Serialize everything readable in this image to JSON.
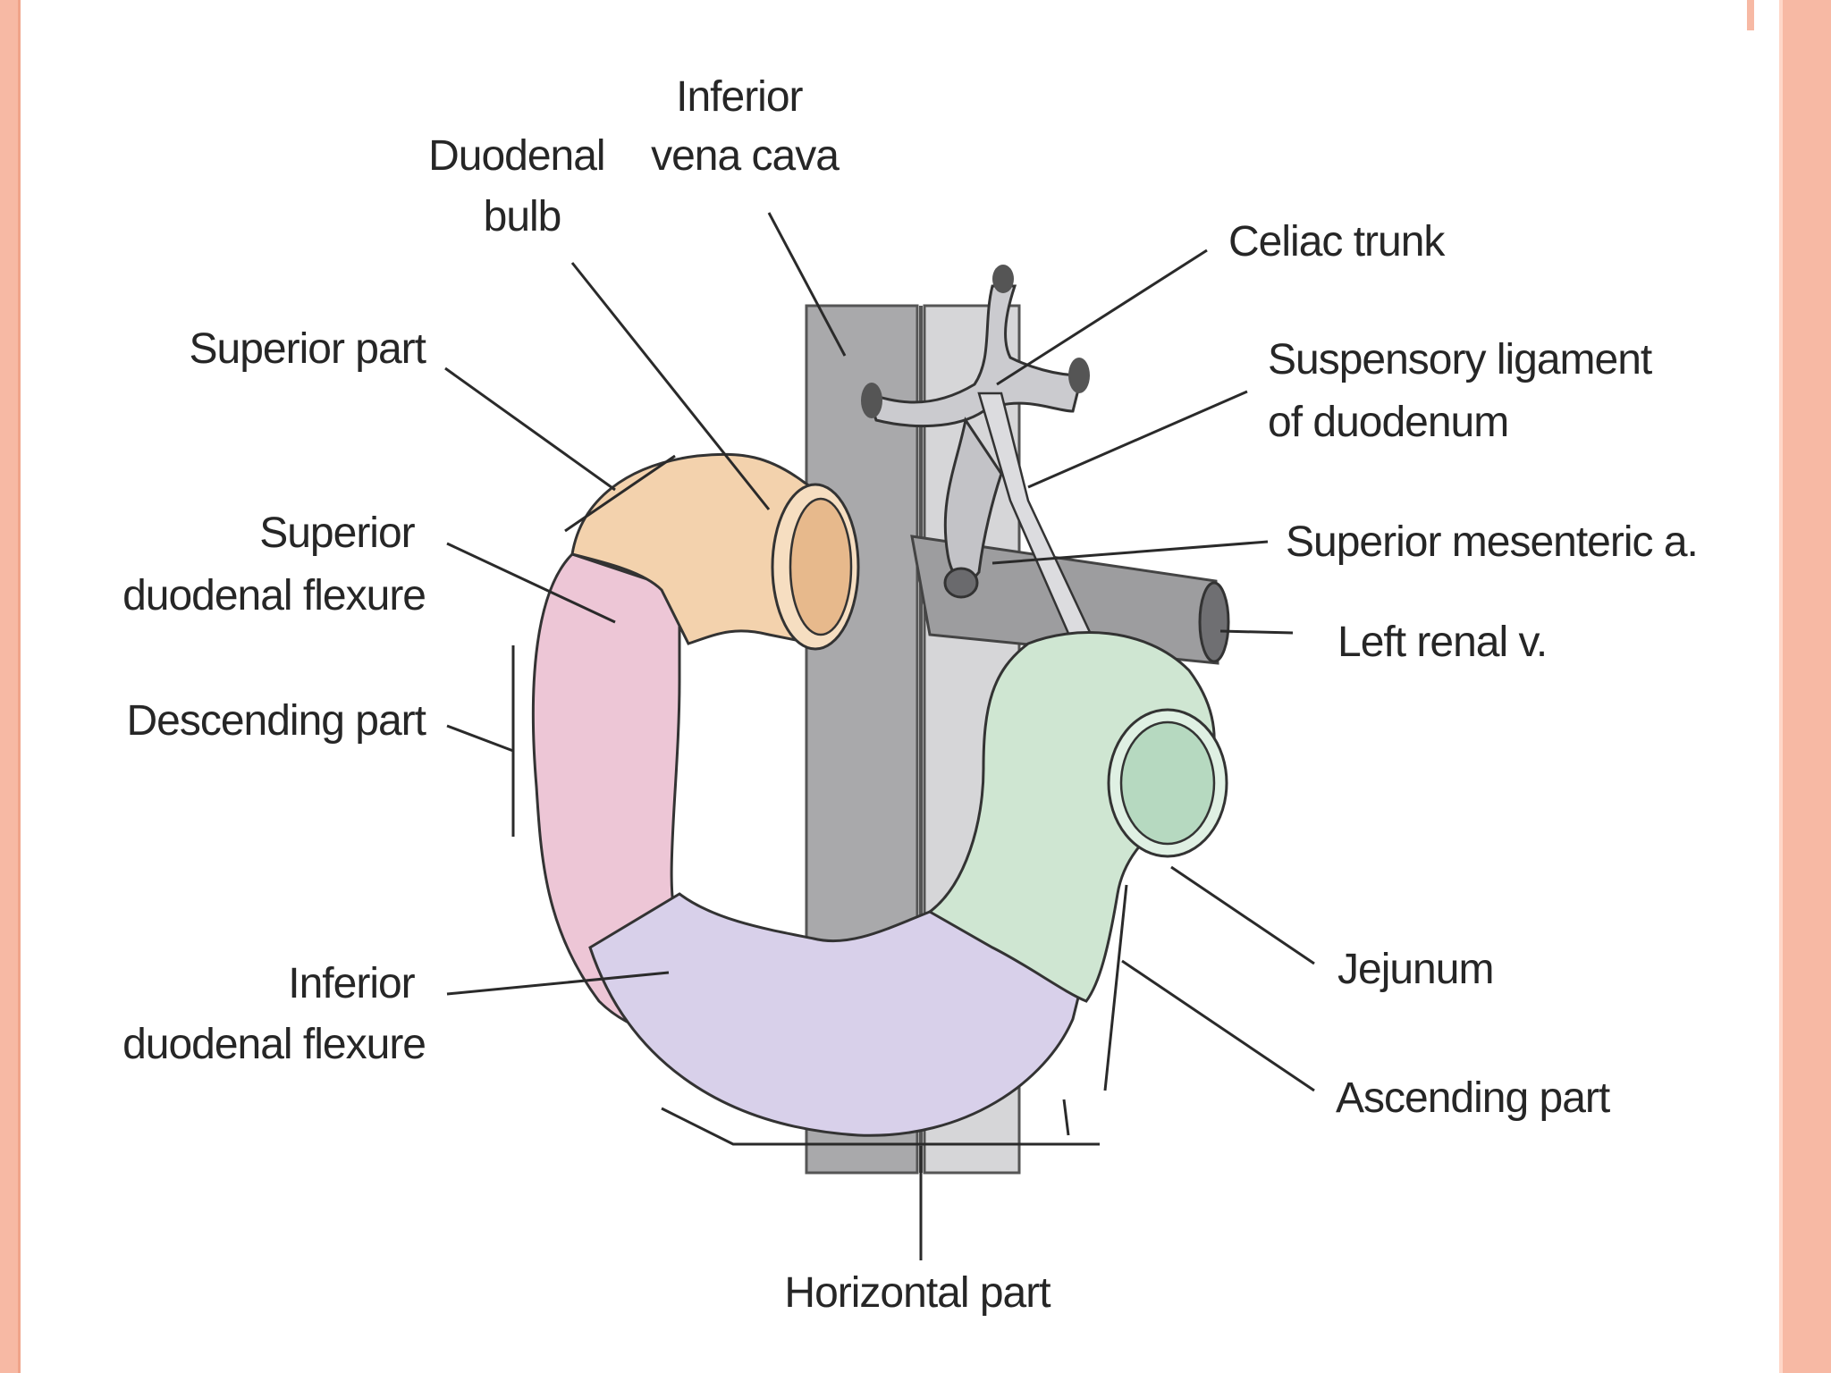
{
  "labels": {
    "inferior_vena_cava": [
      "Inferior",
      "vena cava"
    ],
    "duodenal_bulb": [
      "Duodenal",
      "bulb"
    ],
    "celiac_trunk": "Celiac trunk",
    "superior_part": "Superior part",
    "suspensory_ligament": [
      "Suspensory ligament",
      "of duodenum"
    ],
    "superior_duodenal_flexure": [
      "Superior",
      "duodenal flexure"
    ],
    "superior_mesenteric_a": "Superior mesenteric a.",
    "left_renal_v": "Left renal v.",
    "descending_part": "Descending part",
    "jejunum": "Jejunum",
    "inferior_duodenal_flexure": [
      "Inferior",
      "duodenal flexure"
    ],
    "ascending_part": "Ascending part",
    "horizontal_part": "Horizontal part"
  },
  "colors": {
    "superior_part": "#f3d2ad",
    "descending_part": "#edc6d6",
    "horizontal_part": "#d8d0ea",
    "ascending_part": "#cfe6d2",
    "jejunum_lumen": "#b6d9c0",
    "vena_cava": "#a6a6a8",
    "aorta": "#d4d4d6",
    "vessels": "#c8c8cc",
    "slide_border": "#f7b9a4"
  }
}
